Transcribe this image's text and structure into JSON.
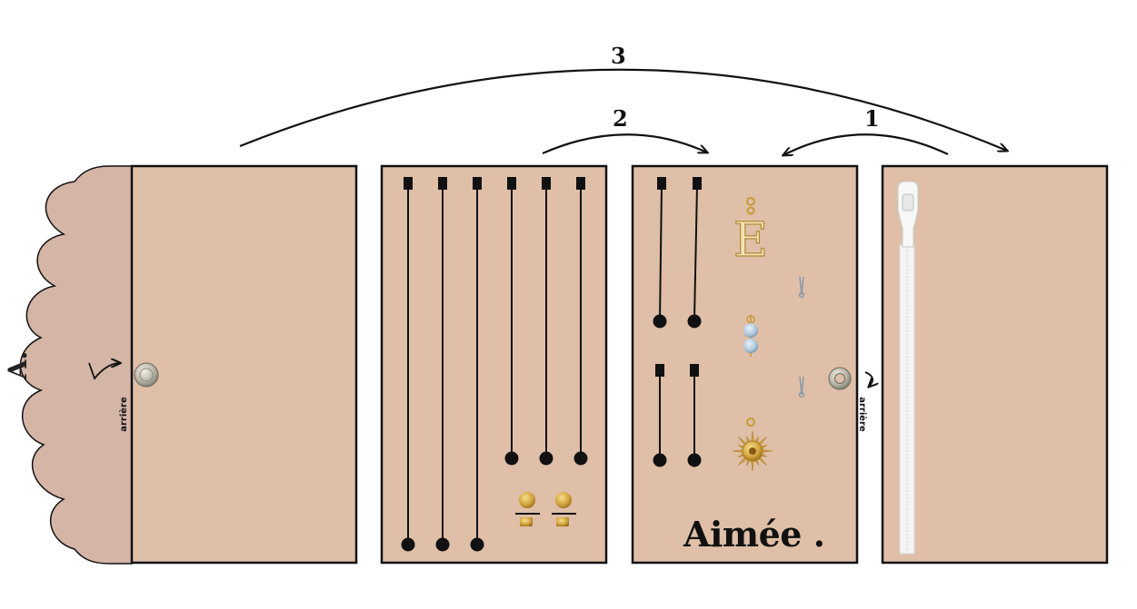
{
  "step_labels": [
    "1",
    "2",
    "3"
  ],
  "back_label": "arrière",
  "brand_name": "Aimée .",
  "flap_letter": "A.",
  "charm_letter": "E",
  "colors": {
    "panel_fill": "#dfbfa7",
    "flap_fill": "#d4b5a6",
    "outline": "#111111"
  }
}
